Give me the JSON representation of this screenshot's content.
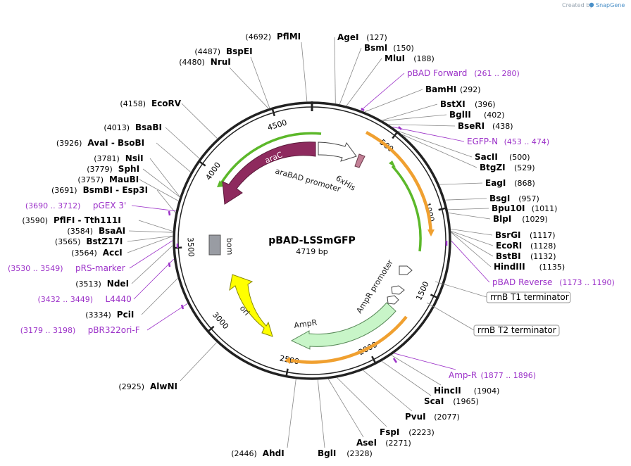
{
  "branding": {
    "created_by": "Created by",
    "app": "SnapGene"
  },
  "plasmid": {
    "name": "pBAD-LSSmGFP",
    "length_label": "4719 bp",
    "length_bp": 4719
  },
  "colors": {
    "backbone": "#222222",
    "enzyme_line": "#888888",
    "primer": "#9b30c8",
    "araC": "#8e2a5e",
    "araBAD_promoter": "#ffffff",
    "his_tag": "#c27f95",
    "orange_feature": "#f0a030",
    "green_feature": "#5cb82a",
    "AmpR": "#c8f5c8",
    "ori": "#ffff00",
    "bom": "#999ca3"
  },
  "ticks": [
    {
      "label": "500",
      "bp": 500
    },
    {
      "label": "1000",
      "bp": 1000
    },
    {
      "label": "1500",
      "bp": 1500
    },
    {
      "label": "2000",
      "bp": 2000
    },
    {
      "label": "2500",
      "bp": 2500
    },
    {
      "label": "3000",
      "bp": 3000
    },
    {
      "label": "3500",
      "bp": 3500
    },
    {
      "label": "4000",
      "bp": 4000
    },
    {
      "label": "4500",
      "bp": 4500
    }
  ],
  "features": {
    "araC": {
      "name": "araC"
    },
    "araBAD_promoter": {
      "name": "araBAD promoter"
    },
    "his_tag": {
      "name": "6xHis"
    },
    "AmpR_promoter": {
      "name": "AmpR promoter"
    },
    "AmpR": {
      "name": "AmpR"
    },
    "ori": {
      "name": "ori"
    },
    "bom": {
      "name": "bom"
    }
  },
  "boxed_features": [
    {
      "name": "rrnB T1 terminator"
    },
    {
      "name": "rrnB T2 terminator"
    }
  ],
  "right_labels": [
    {
      "kind": "enzyme",
      "name": "AgeI",
      "pos": "(127)"
    },
    {
      "kind": "enzyme",
      "name": "BsmI",
      "pos": "(150)"
    },
    {
      "kind": "enzyme",
      "name": "MluI",
      "pos": "(188)"
    },
    {
      "kind": "primer",
      "name": "pBAD Forward",
      "pos": "(261 .. 280)"
    },
    {
      "kind": "enzyme",
      "name": "BamHI",
      "pos": "(292)"
    },
    {
      "kind": "enzyme",
      "name": "BstXI",
      "pos": "(396)"
    },
    {
      "kind": "enzyme",
      "name": "BglII",
      "pos": "(402)"
    },
    {
      "kind": "enzyme",
      "name": "BseRI",
      "pos": "(438)"
    },
    {
      "kind": "primer",
      "name": "EGFP-N",
      "pos": "(453 .. 474)"
    },
    {
      "kind": "enzyme",
      "name": "SacII",
      "pos": "(500)"
    },
    {
      "kind": "enzyme",
      "name": "BtgZI",
      "pos": "(529)"
    },
    {
      "kind": "enzyme",
      "name": "EagI",
      "pos": "(868)"
    },
    {
      "kind": "enzyme",
      "name": "BsgI",
      "pos": "(957)"
    },
    {
      "kind": "enzyme",
      "name": "Bpu10I",
      "pos": "(1011)"
    },
    {
      "kind": "enzyme",
      "name": "BlpI",
      "pos": "(1029)"
    },
    {
      "kind": "enzyme",
      "name": "BsrGI",
      "pos": "(1117)"
    },
    {
      "kind": "enzyme",
      "name": "EcoRI",
      "pos": "(1128)"
    },
    {
      "kind": "enzyme",
      "name": "BstBI",
      "pos": "(1132)"
    },
    {
      "kind": "enzyme",
      "name": "HindIII",
      "pos": "(1135)"
    },
    {
      "kind": "primer",
      "name": "pBAD Reverse",
      "pos": "(1173 .. 1190)"
    },
    {
      "kind": "primer",
      "name": "Amp-R",
      "pos": "(1877 .. 1896)"
    },
    {
      "kind": "enzyme",
      "name": "HincII",
      "pos": "(1904)"
    },
    {
      "kind": "enzyme",
      "name": "ScaI",
      "pos": "(1965)"
    },
    {
      "kind": "enzyme",
      "name": "PvuI",
      "pos": "(2077)"
    },
    {
      "kind": "enzyme",
      "name": "FspI",
      "pos": "(2223)"
    },
    {
      "kind": "enzyme",
      "name": "AseI",
      "pos": "(2271)"
    },
    {
      "kind": "enzyme",
      "name": "BglI",
      "pos": "(2328)"
    }
  ],
  "left_labels": [
    {
      "kind": "enzyme",
      "name": "PflMI",
      "pos": "(4692)"
    },
    {
      "kind": "enzyme",
      "name": "BspEI",
      "pos": "(4487)"
    },
    {
      "kind": "enzyme",
      "name": "NruI",
      "pos": "(4480)"
    },
    {
      "kind": "enzyme",
      "name": "EcoRV",
      "pos": "(4158)"
    },
    {
      "kind": "enzyme",
      "name": "BsaBI",
      "pos": "(4013)"
    },
    {
      "kind": "enzyme",
      "name": "AvaI - BsoBI",
      "pos": "(3926)"
    },
    {
      "kind": "enzyme",
      "name": "NsiI",
      "pos": "(3781)"
    },
    {
      "kind": "enzyme",
      "name": "SphI",
      "pos": "(3779)"
    },
    {
      "kind": "enzyme",
      "name": "MauBI",
      "pos": "(3757)"
    },
    {
      "kind": "enzyme",
      "name": "BsmBI - Esp3I",
      "pos": "(3691)"
    },
    {
      "kind": "primer",
      "name": "pGEX 3'",
      "pos": "(3690 .. 3712)"
    },
    {
      "kind": "enzyme",
      "name": "PflFI - Tth111I",
      "pos": "(3590)"
    },
    {
      "kind": "enzyme",
      "name": "BsaAI",
      "pos": "(3584)"
    },
    {
      "kind": "enzyme",
      "name": "BstZ17I",
      "pos": "(3565)"
    },
    {
      "kind": "enzyme",
      "name": "AccI",
      "pos": "(3564)"
    },
    {
      "kind": "primer",
      "name": "pRS-marker",
      "pos": "(3530 .. 3549)"
    },
    {
      "kind": "enzyme",
      "name": "NdeI",
      "pos": "(3513)"
    },
    {
      "kind": "primer",
      "name": "L4440",
      "pos": "(3432 .. 3449)"
    },
    {
      "kind": "enzyme",
      "name": "PciI",
      "pos": "(3334)"
    },
    {
      "kind": "primer",
      "name": "pBR322ori-F",
      "pos": "(3179 .. 3198)"
    },
    {
      "kind": "enzyme",
      "name": "AlwNI",
      "pos": "(2925)"
    },
    {
      "kind": "enzyme",
      "name": "AhdI",
      "pos": "(2446)"
    }
  ]
}
